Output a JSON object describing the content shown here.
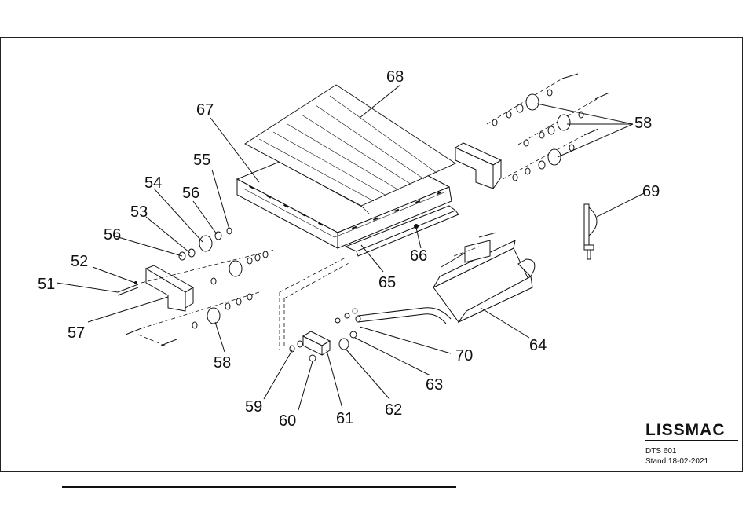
{
  "title_block": {
    "brand": "LISSMAC",
    "model": "DTS 601",
    "revision": "Stand 18-02-2021"
  },
  "callouts": [
    "51",
    "52",
    "53",
    "54",
    "55",
    "56",
    "56",
    "57",
    "58",
    "58",
    "59",
    "60",
    "61",
    "62",
    "63",
    "64",
    "65",
    "66",
    "67",
    "68",
    "69",
    "70"
  ]
}
